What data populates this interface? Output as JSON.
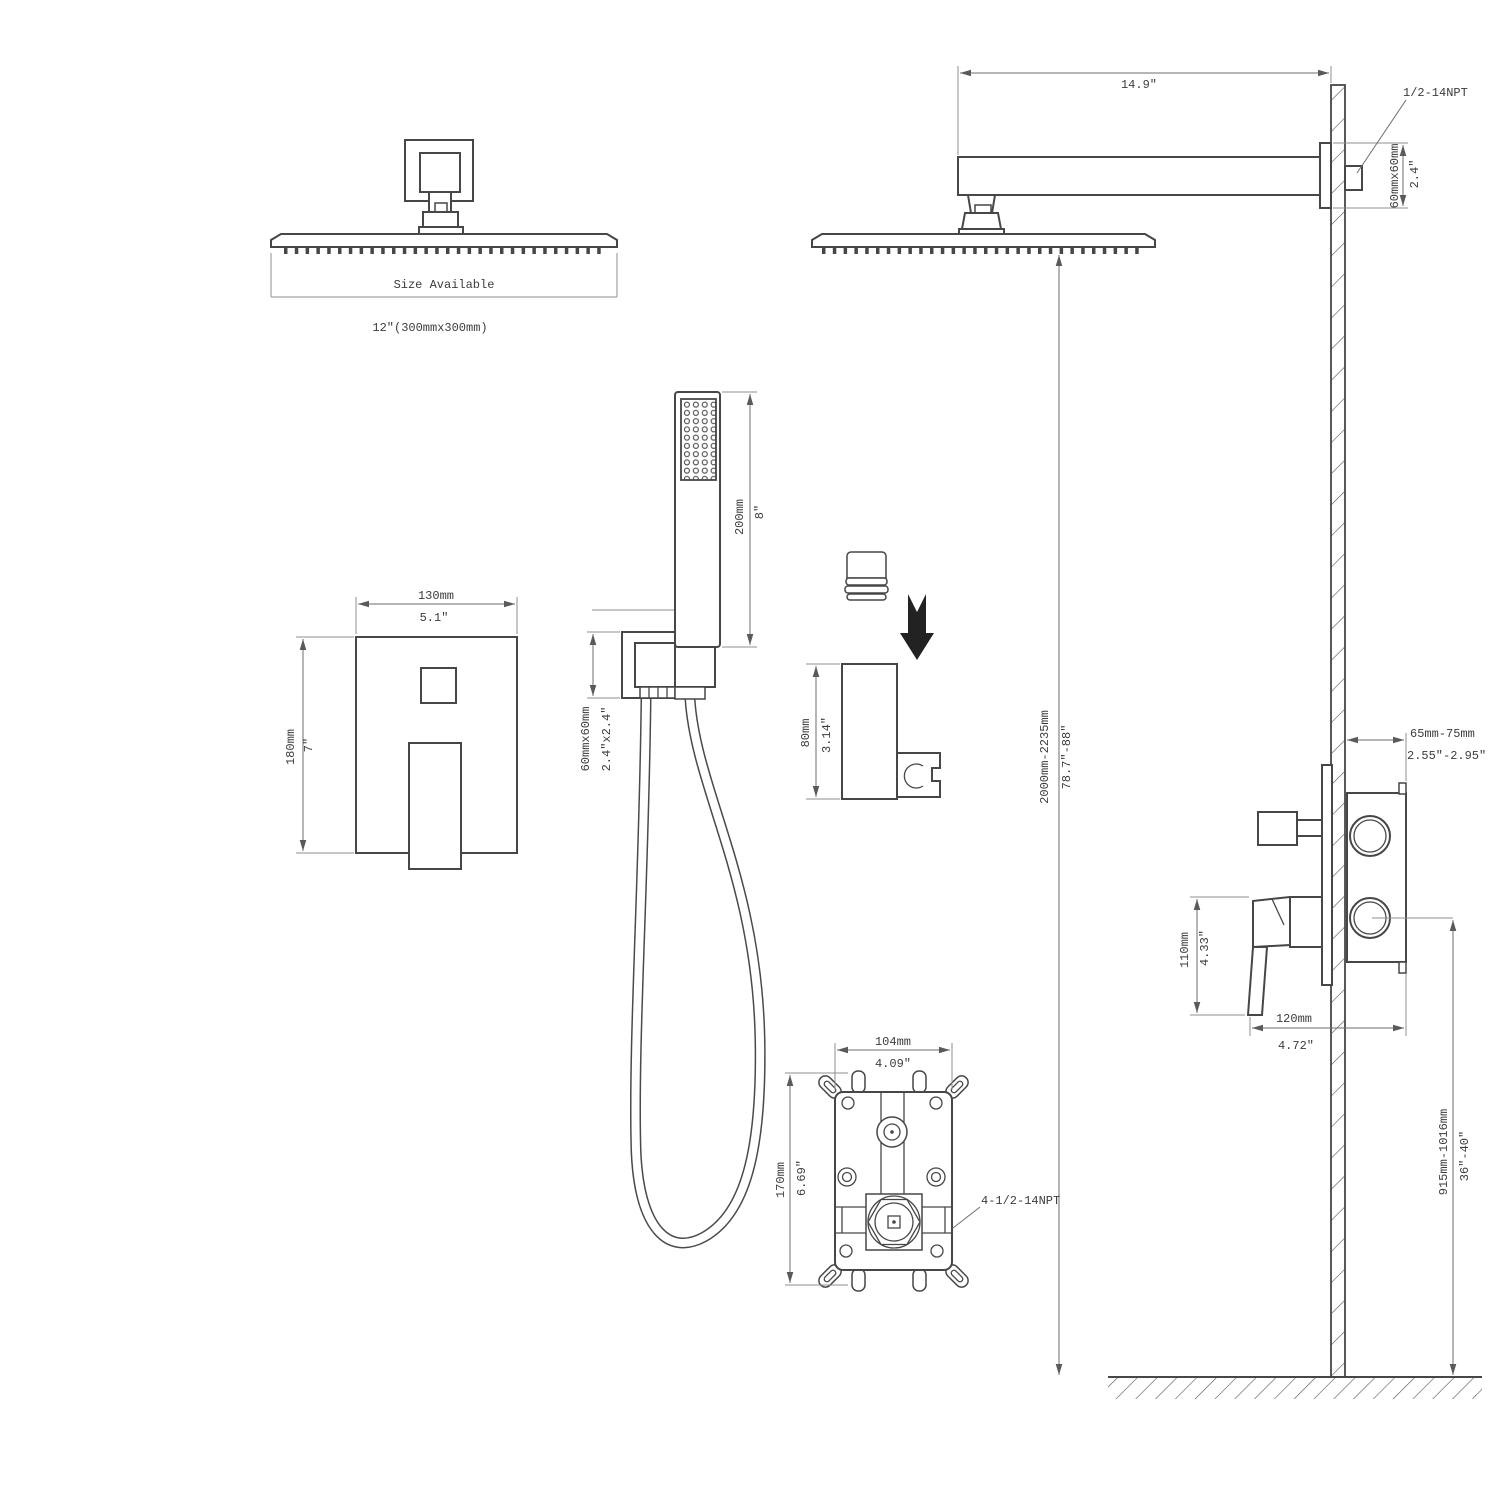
{
  "diagram": {
    "front_head": {
      "size_available": "Size Available",
      "size_option": "12″(300mmx300mm)"
    },
    "top_side_view": {
      "arm_length_in": "14.9″",
      "wall_thread": "1/2-14NPT",
      "flange_mm": "60mmx60mm",
      "flange_in": "2.4″",
      "install_height_mm": "2000mm-2235mm",
      "install_height_in": "78.7″-88″"
    },
    "mixer_front": {
      "width_mm": "130mm",
      "width_in": "5.1″",
      "height_mm": "180mm",
      "height_in": "7″"
    },
    "hand_shower": {
      "wand_length_mm": "200mm",
      "wand_length_in": "8″",
      "holder_mm": "60mmx60mm",
      "holder_in": "2.4″x2.4″"
    },
    "bracket": {
      "height_mm": "80mm",
      "height_in": "3.14″"
    },
    "rough_in_front": {
      "width_mm": "104mm",
      "width_in": "4.09″",
      "height_mm": "170mm",
      "height_in": "6.69″",
      "thread": "4-1/2-14NPT"
    },
    "mixer_side": {
      "depth_mm": "65mm-75mm",
      "depth_in": "2.55″-2.95″",
      "handle_mm": "110mm",
      "handle_in": "4.33″",
      "width_mm": "120mm",
      "width_in": "4.72″",
      "mount_height_mm": "915mm-1016mm",
      "mount_height_in": "36″-40″"
    }
  }
}
